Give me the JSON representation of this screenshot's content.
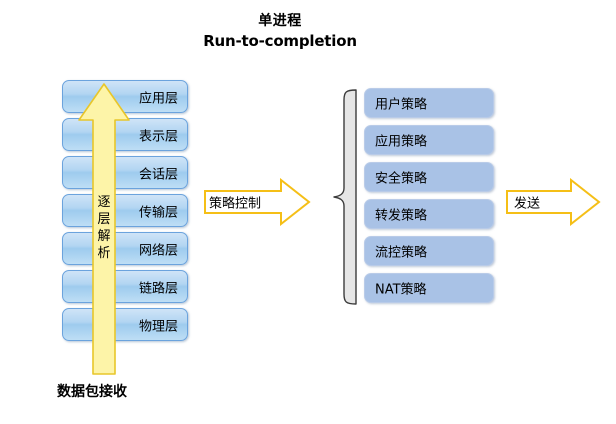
{
  "title": {
    "line1": "单进程",
    "line2": "Run-to-completion"
  },
  "osi_stack": {
    "layers": [
      {
        "label": "应用层"
      },
      {
        "label": "表示层"
      },
      {
        "label": "会话层"
      },
      {
        "label": "传输层"
      },
      {
        "label": "网络层"
      },
      {
        "label": "链路层"
      },
      {
        "label": "物理层"
      }
    ]
  },
  "up_arrow": {
    "label_chars": [
      "逐",
      "层",
      "解",
      "析"
    ],
    "label": "逐层解析",
    "fill_color": "#fdf4a8",
    "border_color": "#e8c62a",
    "direction": "up"
  },
  "bottom_caption": {
    "text": "数据包接收"
  },
  "mid_arrow": {
    "label": "策略控制",
    "fill_color": "#ffffff",
    "border_color": "#f5bf17",
    "direction": "right"
  },
  "brace": {
    "orientation": "left-pointing",
    "fill_color": "#e6e6e6",
    "border_color": "#3c3c3c"
  },
  "policies": {
    "items": [
      {
        "label": "用户策略"
      },
      {
        "label": "应用策略"
      },
      {
        "label": "安全策略"
      },
      {
        "label": "转发策略"
      },
      {
        "label": "流控策略"
      },
      {
        "label": "NAT策略"
      }
    ],
    "fill_color": "#a9c2e6"
  },
  "send_arrow": {
    "label": "发送",
    "fill_color": "#ffffff",
    "border_color": "#f5bf17",
    "direction": "right"
  },
  "palette": {
    "layer_blue": "#b2d5f2",
    "layer_border": "#6ba3dd",
    "policy_blue": "#a9c2e6",
    "arrow_yellow": "#fdf4a8",
    "arrow_gold": "#f5bf17",
    "background": "#ffffff"
  }
}
